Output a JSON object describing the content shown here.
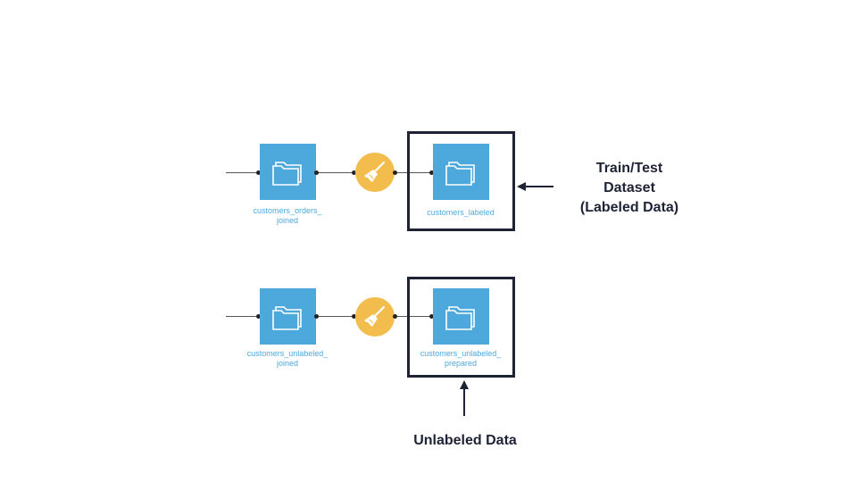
{
  "flows": [
    {
      "input_dataset": {
        "label_line1": "customers_orders_",
        "label_line2": "joined",
        "icon": "folder-icon"
      },
      "recipe": {
        "icon": "broom-icon",
        "type": "prepare",
        "color": "#f2bd4c"
      },
      "output_dataset": {
        "label_line1": "customers_labeled",
        "label_line2": "",
        "icon": "folder-icon"
      }
    },
    {
      "input_dataset": {
        "label_line1": "customers_unlabeled_",
        "label_line2": "joined",
        "icon": "folder-icon"
      },
      "recipe": {
        "icon": "broom-icon",
        "type": "prepare",
        "color": "#f2bd4c"
      },
      "output_dataset": {
        "label_line1": "customers_unlabeled_",
        "label_line2": "prepared",
        "icon": "folder-icon"
      }
    }
  ],
  "annotations": {
    "train_test": {
      "line1": "Train/Test",
      "line2": "Dataset",
      "line3": "(Labeled Data)"
    },
    "unlabeled": {
      "text": "Unlabeled Data"
    }
  },
  "colors": {
    "dataset": "#4da8dc",
    "recipe": "#f2bd4c",
    "highlight_box": "#1e2235",
    "label_text": "#4da8dc"
  }
}
